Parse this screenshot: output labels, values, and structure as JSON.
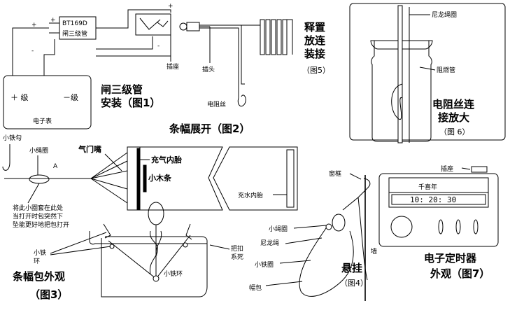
{
  "fig1": {
    "chip_label": "BT169D",
    "scr_box_label": "闸三级管",
    "meter_plus": "＋ 级",
    "meter_minus": "－级",
    "meter_label": "电子表",
    "caption_line1": "闸三级管",
    "caption_line2": "安装（图1）",
    "socket_label": "插座",
    "plug_label": "插头",
    "plus_sign": "+",
    "minus_sign": "-"
  },
  "fig2": {
    "caption": "条幅展开（图2）",
    "hook_label": "小铁勾",
    "small_rope_label": "小绳圈",
    "point_a": "A",
    "valve_label": "气门嘴",
    "air_bladder_label": "充气内胎",
    "wood_strip_label": "小木条",
    "water_bladder_label": "充水内胎",
    "resistor_wire_label": "电阻丝"
  },
  "fig3": {
    "note_line1": "将此小圈套在此处",
    "note_line2": "当打开时包突然下",
    "note_line3": "坠能更好地把包打开",
    "iron_ring_label": "小铁",
    "iron_ring_label2": "环",
    "iron_ring_center_label": "小铁环",
    "buckle_label_line1": "把扣",
    "buckle_label_line2": "系死",
    "caption_line1": "条幅包外观",
    "caption_line2": "（图3）"
  },
  "fig4": {
    "window_label": "窗框",
    "small_rope_label": "小绳圈",
    "nylon_rope_label": "尼龙绳",
    "iron_ring_label": "小铁圈",
    "bag_label": "幅包",
    "wall_label": "墙",
    "caption_line1": "悬挂",
    "caption_line2": "（图4）"
  },
  "fig5": {
    "caption_line1": "释置",
    "caption_line2": "放连",
    "caption_line3": "装接",
    "caption_line4": "（图5）"
  },
  "fig6": {
    "nylon_label": "尼龙绳圈",
    "tube_label": "阻燃管",
    "caption_line1": "电阻丝连",
    "caption_line2": "接放大",
    "caption_line3": "（图 6）"
  },
  "fig7": {
    "socket_label": "插座",
    "display_year": "千喜年",
    "display_time": "10: 20: 30",
    "caption_line1": "电子定时器",
    "caption_line2": "外观（图7）"
  }
}
